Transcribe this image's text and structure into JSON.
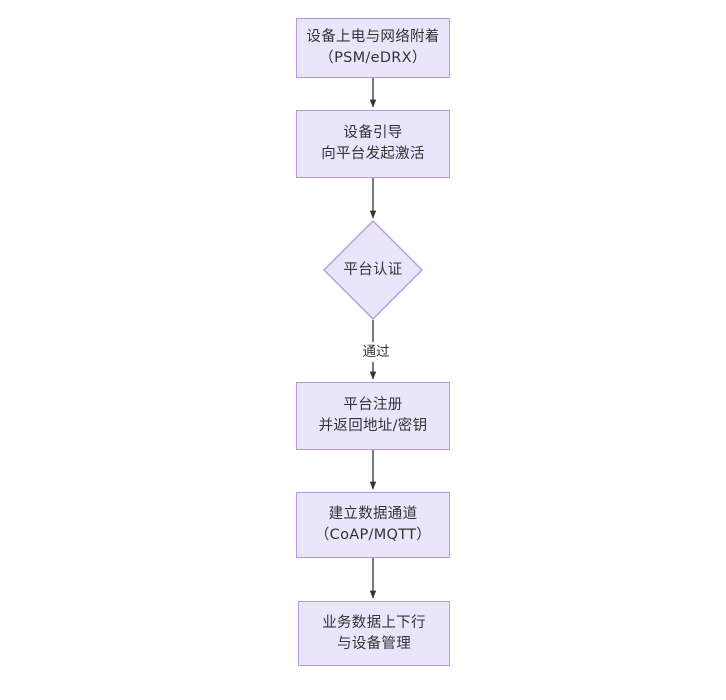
{
  "diagram": {
    "type": "flowchart",
    "orientation": "top-to-bottom",
    "background_color": "#ffffff",
    "node_fill_color": "#e9e6fb",
    "node_border_color": "#b49ae0",
    "text_color": "#333333",
    "connector_color": "#333333",
    "nodes": [
      {
        "id": "n1",
        "shape": "rectangle",
        "lines": [
          "设备上电与网络附着",
          "（PSM/eDRX）"
        ]
      },
      {
        "id": "n2",
        "shape": "rectangle",
        "lines": [
          "设备引导",
          "向平台发起激活"
        ]
      },
      {
        "id": "n3",
        "shape": "diamond",
        "lines": [
          "平台认证"
        ]
      },
      {
        "id": "n4",
        "shape": "rectangle",
        "lines": [
          "平台注册",
          "并返回地址/密钥"
        ]
      },
      {
        "id": "n5",
        "shape": "rectangle",
        "lines": [
          "建立数据通道",
          "（CoAP/MQTT）"
        ]
      },
      {
        "id": "n6",
        "shape": "rectangle",
        "lines": [
          "业务数据上下行",
          "与设备管理"
        ]
      }
    ],
    "edges": [
      {
        "from": "n1",
        "to": "n2",
        "label": ""
      },
      {
        "from": "n2",
        "to": "n3",
        "label": ""
      },
      {
        "from": "n3",
        "to": "n4",
        "label": "通过"
      },
      {
        "from": "n4",
        "to": "n5",
        "label": ""
      },
      {
        "from": "n5",
        "to": "n6",
        "label": ""
      }
    ]
  }
}
